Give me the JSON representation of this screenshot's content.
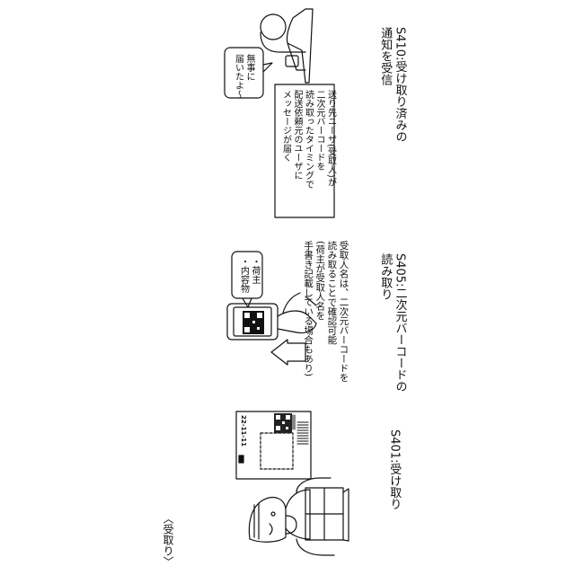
{
  "section_title": "〈受取り〉",
  "steps": [
    {
      "caption": "S401:受け取り"
    },
    {
      "caption": "S405:二次元バーコードの\n読み取り",
      "note": "受取人名は、二次元バーコードを\n読み取ることで確認可能\n(荷主が受取人名を\n手書き記載している場合もあり)",
      "speech": "・荷主\n・内容物"
    },
    {
      "caption": "S410:受け取り済みの\n通知を受信",
      "message_box": "送り先ユーザ(受取人)が\n二次元バーコードを\n読み取ったタイミングで\n配送依頼元のユーザに\nメッセージが届く",
      "speech": "無事に\n届いたよ〜"
    }
  ],
  "label_date": "22-11-11"
}
